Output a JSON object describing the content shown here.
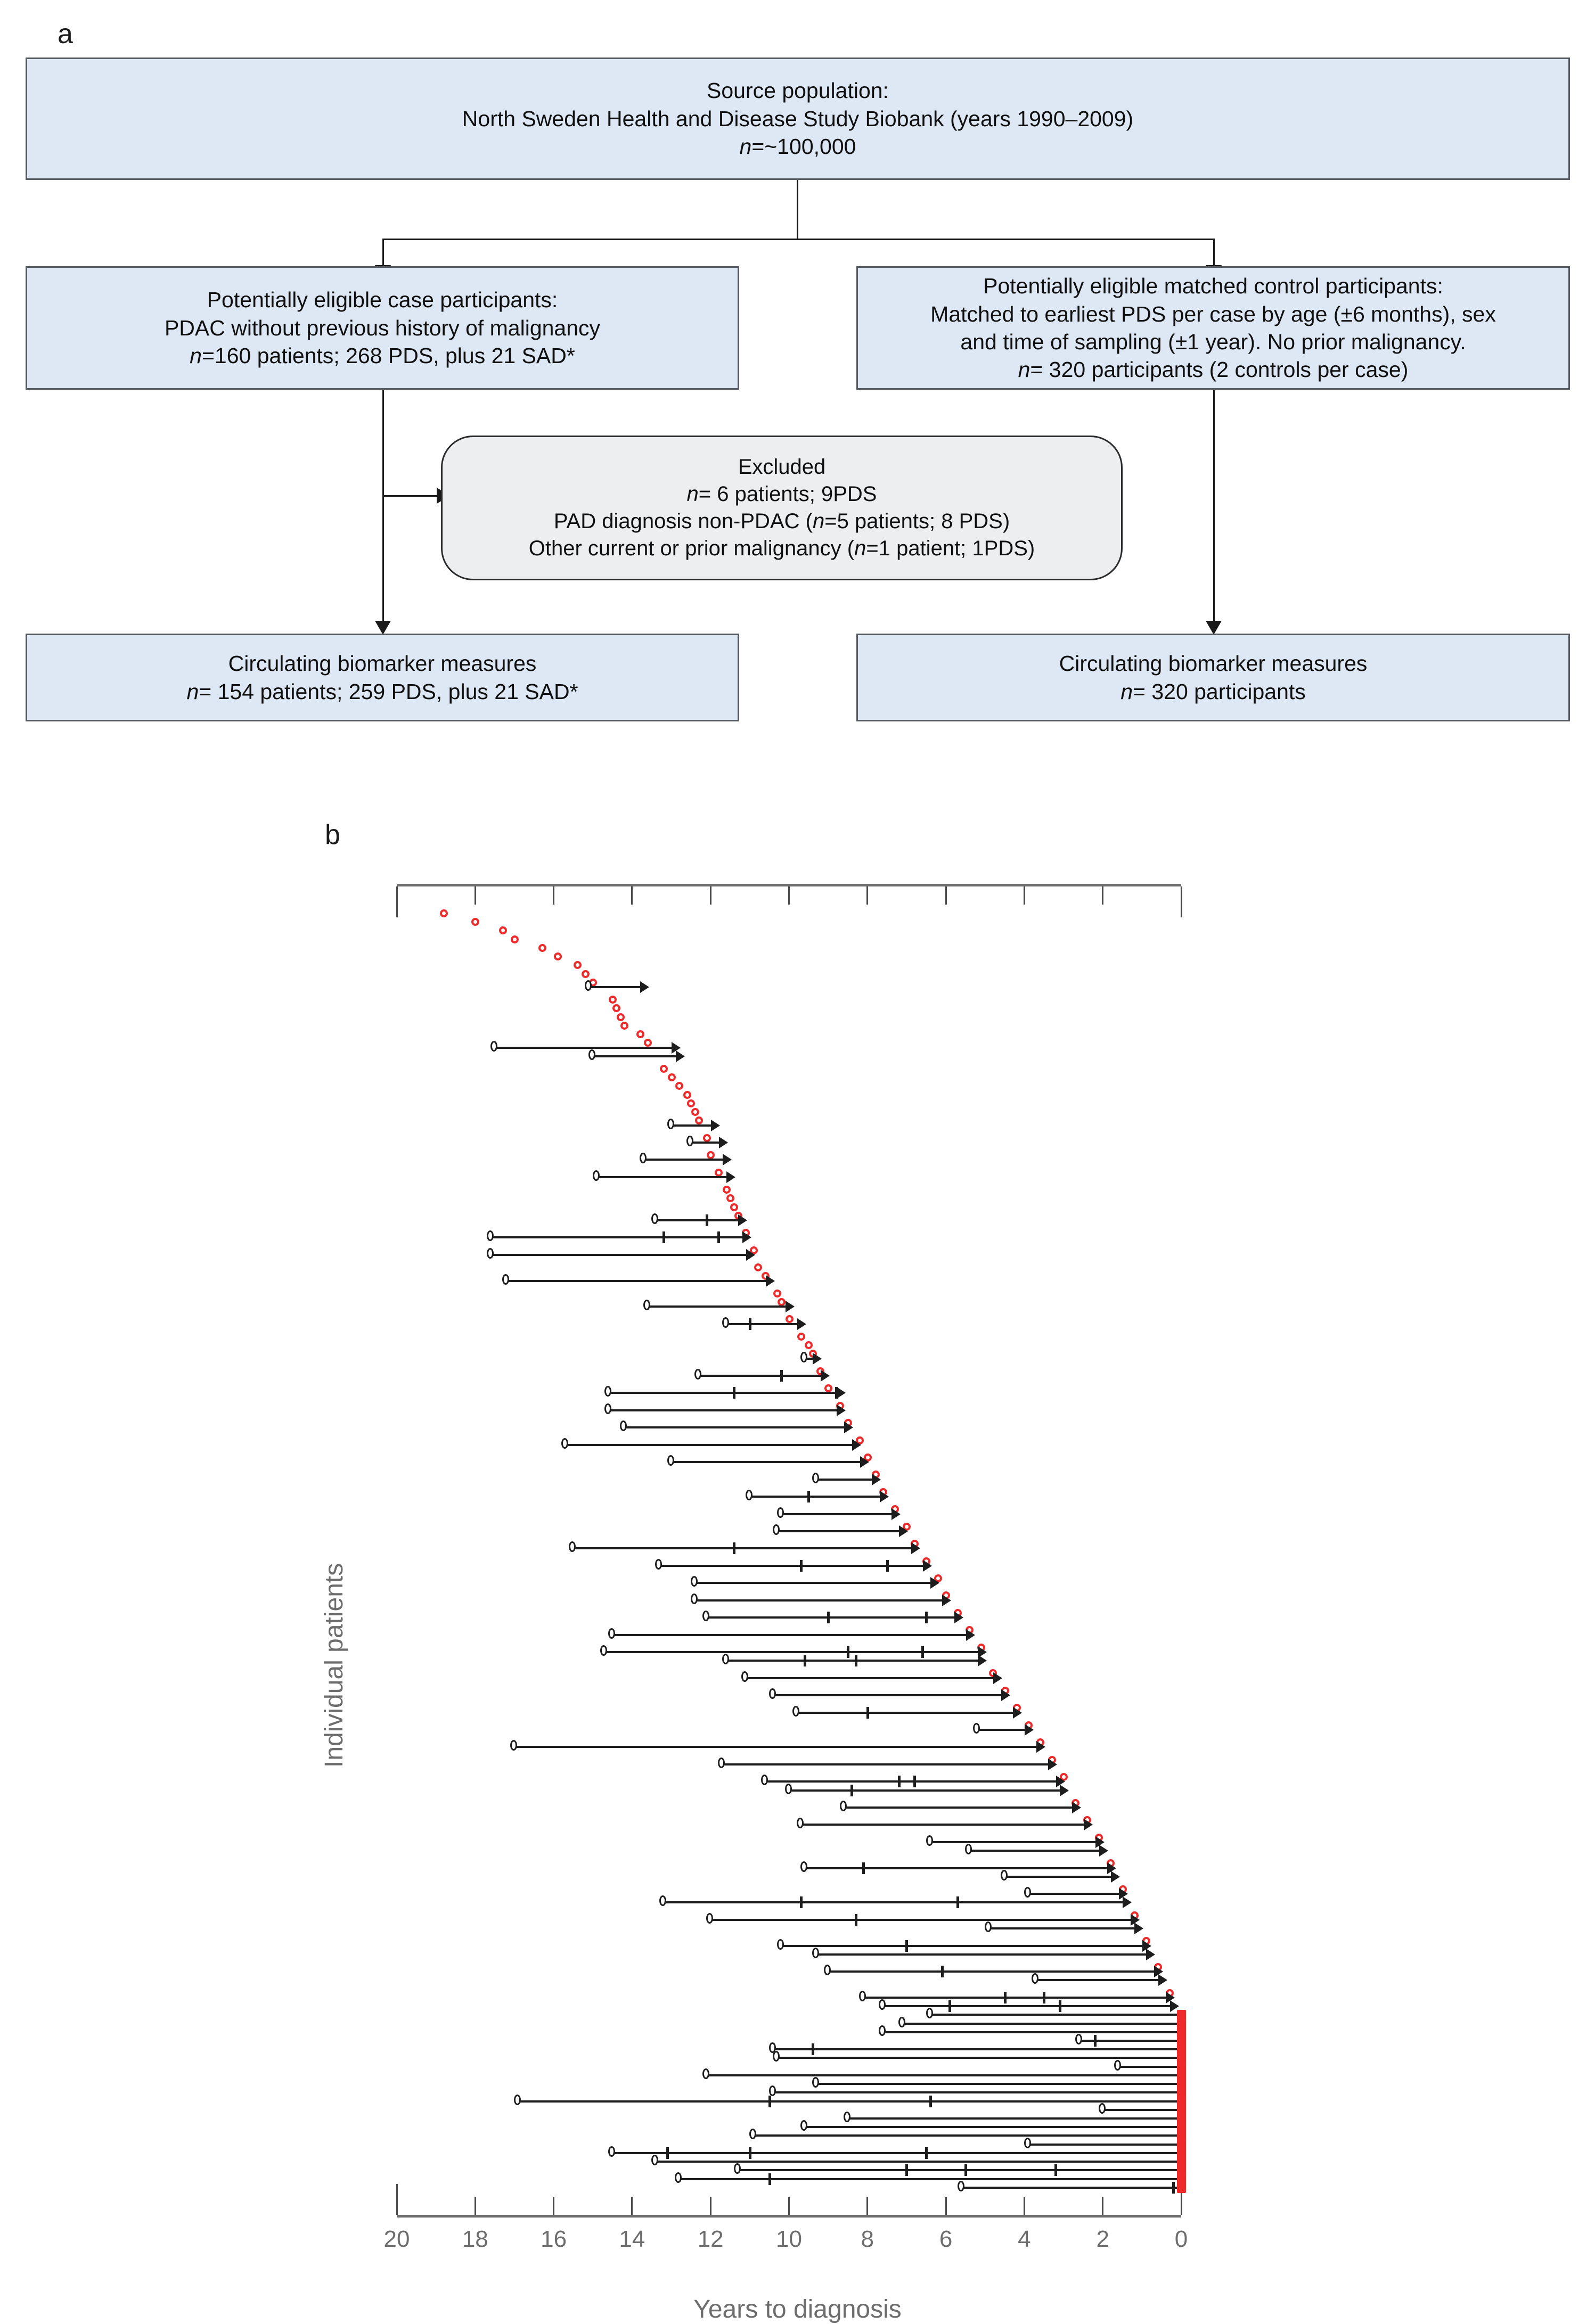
{
  "panels": {
    "a_label": "a",
    "b_label": "b"
  },
  "flow": {
    "source": {
      "line1": "Source population:",
      "line2": "North Sweden Health and Disease Study Biobank (years 1990–2009)",
      "line3_italic": "n",
      "line3_rest": "=~100,000"
    },
    "cases": {
      "line1": "Potentially eligible case participants:",
      "line2": "PDAC without previous history of malignancy",
      "line3_italic": "n",
      "line3_rest": "=160 patients; 268 PDS, plus 21 SAD*"
    },
    "controls": {
      "line1": "Potentially eligible matched control participants:",
      "line2": "Matched to earliest PDS per case by age (±6 months), sex",
      "line3": "and time of sampling (±1 year). No prior malignancy.",
      "line4_italic": "n",
      "line4_rest": "= 320 participants (2 controls per case)"
    },
    "excluded": {
      "line1": "Excluded",
      "line2_italic": "n",
      "line2_rest": "= 6 patients; 9PDS",
      "line3_a": "PAD diagnosis non-PDAC (",
      "line3_italic": "n",
      "line3_b": "=5 patients; 8 PDS)",
      "line4_a": "Other current or prior malignancy (",
      "line4_italic": "n",
      "line4_b": "=1 patient; 1PDS)"
    },
    "case_out": {
      "line1": "Circulating biomarker measures",
      "line2_italic": "n",
      "line2_rest": "= 154 patients; 259 PDS, plus 21 SAD*"
    },
    "control_out": {
      "line1": "Circulating biomarker measures",
      "line2_italic": "n",
      "line2_rest": "= 320 participants"
    }
  },
  "colors": {
    "box_fill": "#dde8f4",
    "box_border": "#555b60",
    "excluded_fill": "#eceef0",
    "single_sample_marker": "#ef2a2a",
    "line_color": "#1d1d1d",
    "axis_color": "#6e6e6e",
    "axis_text": "#6d6d6d"
  },
  "chart_data": {
    "type": "line",
    "title": "",
    "xlabel": "Years to diagnosis",
    "ylabel": "Individual patients",
    "xlim": [
      20,
      0
    ],
    "x_reversed": true,
    "xticks": [
      20,
      18,
      16,
      14,
      12,
      10,
      8,
      6,
      4,
      2,
      0
    ],
    "xticklabels": [
      "20",
      "18",
      "16",
      "14",
      "12",
      "10",
      "8",
      "6",
      "4",
      "2",
      "0"
    ],
    "grid": false,
    "legend": "none",
    "top_axis": true,
    "n_rows": 154,
    "series_description": [
      "Red open circle = patient with a single pre-diagnostic sample (PDS), plotted at its years-to-diagnosis.",
      "Black line with open-circle start, tick marks for intermediate samples and arrow/tick at the most recent sample = patient with multiple PDS.",
      "Solid red markers at 0 years = samples taken at/near diagnosis (SAD)."
    ],
    "single_sample_rows": [
      {
        "row": 0,
        "x": 18.8
      },
      {
        "row": 1,
        "x": 18.0
      },
      {
        "row": 2,
        "x": 17.3
      },
      {
        "row": 3,
        "x": 17.0
      },
      {
        "row": 4,
        "x": 16.3
      },
      {
        "row": 5,
        "x": 15.9
      },
      {
        "row": 6,
        "x": 15.4
      },
      {
        "row": 7,
        "x": 15.2
      },
      {
        "row": 8,
        "x": 15.0
      },
      {
        "row": 10,
        "x": 14.5
      },
      {
        "row": 11,
        "x": 14.4
      },
      {
        "row": 12,
        "x": 14.3
      },
      {
        "row": 13,
        "x": 14.2
      },
      {
        "row": 14,
        "x": 13.8
      },
      {
        "row": 15,
        "x": 13.6
      },
      {
        "row": 18,
        "x": 13.2
      },
      {
        "row": 19,
        "x": 13.0
      },
      {
        "row": 20,
        "x": 12.8
      },
      {
        "row": 21,
        "x": 12.6
      },
      {
        "row": 22,
        "x": 12.5
      },
      {
        "row": 23,
        "x": 12.4
      },
      {
        "row": 24,
        "x": 12.3
      },
      {
        "row": 26,
        "x": 12.1
      },
      {
        "row": 28,
        "x": 12.0
      },
      {
        "row": 30,
        "x": 11.8
      },
      {
        "row": 32,
        "x": 11.6
      },
      {
        "row": 33,
        "x": 11.5
      },
      {
        "row": 34,
        "x": 11.4
      },
      {
        "row": 35,
        "x": 11.3
      },
      {
        "row": 37,
        "x": 11.1
      },
      {
        "row": 39,
        "x": 10.9
      },
      {
        "row": 41,
        "x": 10.8
      },
      {
        "row": 42,
        "x": 10.6
      },
      {
        "row": 44,
        "x": 10.3
      },
      {
        "row": 45,
        "x": 10.2
      },
      {
        "row": 47,
        "x": 10.0
      },
      {
        "row": 49,
        "x": 9.7
      },
      {
        "row": 50,
        "x": 9.5
      },
      {
        "row": 51,
        "x": 9.4
      },
      {
        "row": 53,
        "x": 9.2
      },
      {
        "row": 55,
        "x": 9.0
      },
      {
        "row": 57,
        "x": 8.7
      },
      {
        "row": 59,
        "x": 8.5
      },
      {
        "row": 61,
        "x": 8.2
      },
      {
        "row": 63,
        "x": 8.0
      },
      {
        "row": 65,
        "x": 7.8
      },
      {
        "row": 67,
        "x": 7.6
      },
      {
        "row": 69,
        "x": 7.3
      },
      {
        "row": 71,
        "x": 7.0
      },
      {
        "row": 73,
        "x": 6.8
      },
      {
        "row": 75,
        "x": 6.5
      },
      {
        "row": 77,
        "x": 6.2
      },
      {
        "row": 79,
        "x": 6.0
      },
      {
        "row": 81,
        "x": 5.7
      },
      {
        "row": 83,
        "x": 5.4
      },
      {
        "row": 85,
        "x": 5.1
      },
      {
        "row": 88,
        "x": 4.8
      },
      {
        "row": 90,
        "x": 4.5
      },
      {
        "row": 92,
        "x": 4.2
      },
      {
        "row": 94,
        "x": 3.9
      },
      {
        "row": 96,
        "x": 3.6
      },
      {
        "row": 98,
        "x": 3.3
      },
      {
        "row": 100,
        "x": 3.0
      },
      {
        "row": 103,
        "x": 2.7
      },
      {
        "row": 105,
        "x": 2.4
      },
      {
        "row": 107,
        "x": 2.1
      },
      {
        "row": 110,
        "x": 1.8
      },
      {
        "row": 113,
        "x": 1.5
      },
      {
        "row": 116,
        "x": 1.2
      },
      {
        "row": 119,
        "x": 0.9
      },
      {
        "row": 122,
        "x": 0.6
      },
      {
        "row": 125,
        "x": 0.3
      }
    ],
    "multi_sample_rows": [
      {
        "row": 9,
        "start": 15.1,
        "samples": [
          15.1,
          13.6
        ]
      },
      {
        "row": 16,
        "start": 17.5,
        "samples": [
          17.5,
          12.8
        ]
      },
      {
        "row": 17,
        "start": 15.0,
        "samples": [
          15.0,
          12.7
        ]
      },
      {
        "row": 25,
        "start": 13.0,
        "samples": [
          13.0,
          11.8
        ]
      },
      {
        "row": 27,
        "start": 12.5,
        "samples": [
          12.5,
          11.6
        ]
      },
      {
        "row": 29,
        "start": 13.7,
        "samples": [
          13.7,
          11.5
        ]
      },
      {
        "row": 31,
        "start": 14.9,
        "samples": [
          14.9,
          11.4
        ]
      },
      {
        "row": 36,
        "start": 13.4,
        "samples": [
          13.4,
          12.1,
          11.1
        ]
      },
      {
        "row": 38,
        "start": 17.6,
        "samples": [
          17.6,
          13.2,
          11.8,
          11.0
        ]
      },
      {
        "row": 40,
        "start": 17.6,
        "samples": [
          17.6,
          10.9
        ]
      },
      {
        "row": 43,
        "start": 17.2,
        "samples": [
          17.2,
          10.4
        ]
      },
      {
        "row": 46,
        "start": 13.6,
        "samples": [
          13.6,
          9.9
        ]
      },
      {
        "row": 48,
        "start": 11.6,
        "samples": [
          11.6,
          11.0,
          9.6
        ]
      },
      {
        "row": 52,
        "start": 9.6,
        "samples": [
          9.6,
          9.2
        ]
      },
      {
        "row": 54,
        "start": 12.3,
        "samples": [
          12.3,
          10.2,
          9.0
        ]
      },
      {
        "row": 56,
        "start": 14.6,
        "samples": [
          14.6,
          11.4,
          8.8,
          8.6
        ]
      },
      {
        "row": 58,
        "start": 14.6,
        "samples": [
          14.6,
          8.6
        ]
      },
      {
        "row": 60,
        "start": 14.2,
        "samples": [
          14.2,
          8.4
        ]
      },
      {
        "row": 62,
        "start": 15.7,
        "samples": [
          15.7,
          8.2
        ]
      },
      {
        "row": 64,
        "start": 13.0,
        "samples": [
          13.0,
          8.0
        ]
      },
      {
        "row": 66,
        "start": 9.3,
        "samples": [
          9.3,
          7.7
        ]
      },
      {
        "row": 68,
        "start": 11.0,
        "samples": [
          11.0,
          9.5,
          7.5
        ]
      },
      {
        "row": 70,
        "start": 10.2,
        "samples": [
          10.2,
          7.2
        ]
      },
      {
        "row": 72,
        "start": 10.3,
        "samples": [
          10.3,
          7.0
        ]
      },
      {
        "row": 74,
        "start": 15.5,
        "samples": [
          15.5,
          11.4,
          6.7
        ]
      },
      {
        "row": 76,
        "start": 13.3,
        "samples": [
          13.3,
          9.7,
          7.5,
          6.4
        ]
      },
      {
        "row": 78,
        "start": 12.4,
        "samples": [
          12.4,
          6.2
        ]
      },
      {
        "row": 80,
        "start": 12.4,
        "samples": [
          12.4,
          5.9
        ]
      },
      {
        "row": 82,
        "start": 12.1,
        "samples": [
          12.1,
          9.0,
          6.5,
          5.6
        ]
      },
      {
        "row": 84,
        "start": 14.5,
        "samples": [
          14.5,
          5.3
        ]
      },
      {
        "row": 86,
        "start": 14.7,
        "samples": [
          14.7,
          8.5,
          6.6,
          5.0
        ]
      },
      {
        "row": 87,
        "start": 11.6,
        "samples": [
          11.6,
          9.6,
          8.3,
          5.0
        ]
      },
      {
        "row": 89,
        "start": 11.1,
        "samples": [
          11.1,
          4.6
        ]
      },
      {
        "row": 91,
        "start": 10.4,
        "samples": [
          10.4,
          4.4
        ]
      },
      {
        "row": 93,
        "start": 9.8,
        "samples": [
          9.8,
          8.0,
          4.1
        ]
      },
      {
        "row": 95,
        "start": 5.2,
        "samples": [
          5.2,
          3.8
        ]
      },
      {
        "row": 97,
        "start": 17.0,
        "samples": [
          17.0,
          3.5
        ]
      },
      {
        "row": 99,
        "start": 11.7,
        "samples": [
          11.7,
          3.2
        ]
      },
      {
        "row": 101,
        "start": 10.6,
        "samples": [
          10.6,
          7.2,
          6.8,
          3.0
        ]
      },
      {
        "row": 102,
        "start": 10.0,
        "samples": [
          10.0,
          8.4,
          2.9
        ]
      },
      {
        "row": 104,
        "start": 8.6,
        "samples": [
          8.6,
          2.6
        ]
      },
      {
        "row": 106,
        "start": 9.7,
        "samples": [
          9.7,
          2.3
        ]
      },
      {
        "row": 108,
        "start": 6.4,
        "samples": [
          6.4,
          2.0
        ]
      },
      {
        "row": 109,
        "start": 5.4,
        "samples": [
          5.4,
          1.9
        ]
      },
      {
        "row": 111,
        "start": 9.6,
        "samples": [
          9.6,
          8.1,
          1.7
        ]
      },
      {
        "row": 112,
        "start": 4.5,
        "samples": [
          4.5,
          1.6
        ]
      },
      {
        "row": 114,
        "start": 3.9,
        "samples": [
          3.9,
          1.4
        ]
      },
      {
        "row": 115,
        "start": 13.2,
        "samples": [
          13.2,
          9.7,
          5.7,
          1.3
        ]
      },
      {
        "row": 117,
        "start": 12.0,
        "samples": [
          12.0,
          8.3,
          1.1
        ]
      },
      {
        "row": 118,
        "start": 4.9,
        "samples": [
          4.9,
          1.0
        ]
      },
      {
        "row": 120,
        "start": 10.2,
        "samples": [
          10.2,
          7.0,
          0.8
        ]
      },
      {
        "row": 121,
        "start": 9.3,
        "samples": [
          9.3,
          0.7
        ]
      },
      {
        "row": 123,
        "start": 9.0,
        "samples": [
          9.0,
          6.1,
          0.5
        ]
      },
      {
        "row": 124,
        "start": 3.7,
        "samples": [
          3.7,
          0.4
        ]
      },
      {
        "row": 126,
        "start": 8.1,
        "samples": [
          8.1,
          4.5,
          3.5,
          0.2
        ]
      },
      {
        "row": 127,
        "start": 7.6,
        "samples": [
          7.6,
          5.9,
          3.1,
          0.1
        ]
      }
    ],
    "zero_anchored_rows": [
      {
        "row": 128,
        "start": 6.4,
        "samples": [
          6.4
        ]
      },
      {
        "row": 129,
        "start": 7.1,
        "samples": [
          7.1
        ]
      },
      {
        "row": 130,
        "start": 7.6,
        "samples": [
          7.6
        ]
      },
      {
        "row": 131,
        "start": 2.6,
        "samples": [
          2.6,
          2.2
        ]
      },
      {
        "row": 132,
        "start": 10.4,
        "samples": [
          10.4,
          9.4
        ]
      },
      {
        "row": 133,
        "start": 10.3,
        "samples": [
          10.3
        ]
      },
      {
        "row": 134,
        "start": 1.6,
        "samples": [
          1.6
        ]
      },
      {
        "row": 135,
        "start": 12.1,
        "samples": [
          12.1
        ]
      },
      {
        "row": 136,
        "start": 9.3,
        "samples": [
          9.3
        ]
      },
      {
        "row": 137,
        "start": 10.4,
        "samples": [
          10.4
        ]
      },
      {
        "row": 138,
        "start": 16.9,
        "samples": [
          16.9,
          10.5,
          6.4
        ]
      },
      {
        "row": 139,
        "start": 2.0,
        "samples": [
          2.0
        ]
      },
      {
        "row": 140,
        "start": 8.5,
        "samples": [
          8.5
        ]
      },
      {
        "row": 141,
        "start": 9.6,
        "samples": [
          9.6
        ]
      },
      {
        "row": 142,
        "start": 10.9,
        "samples": [
          10.9
        ]
      },
      {
        "row": 143,
        "start": 3.9,
        "samples": [
          3.9
        ]
      },
      {
        "row": 144,
        "start": 14.5,
        "samples": [
          14.5,
          13.1,
          11.0,
          6.5
        ]
      },
      {
        "row": 145,
        "start": 13.4,
        "samples": [
          13.4
        ]
      },
      {
        "row": 146,
        "start": 11.3,
        "samples": [
          11.3,
          7.0,
          5.5,
          3.2
        ]
      },
      {
        "row": 147,
        "start": 12.8,
        "samples": [
          12.8,
          10.5
        ]
      },
      {
        "row": 148,
        "start": 5.6,
        "samples": [
          5.6,
          0.2
        ]
      }
    ]
  }
}
